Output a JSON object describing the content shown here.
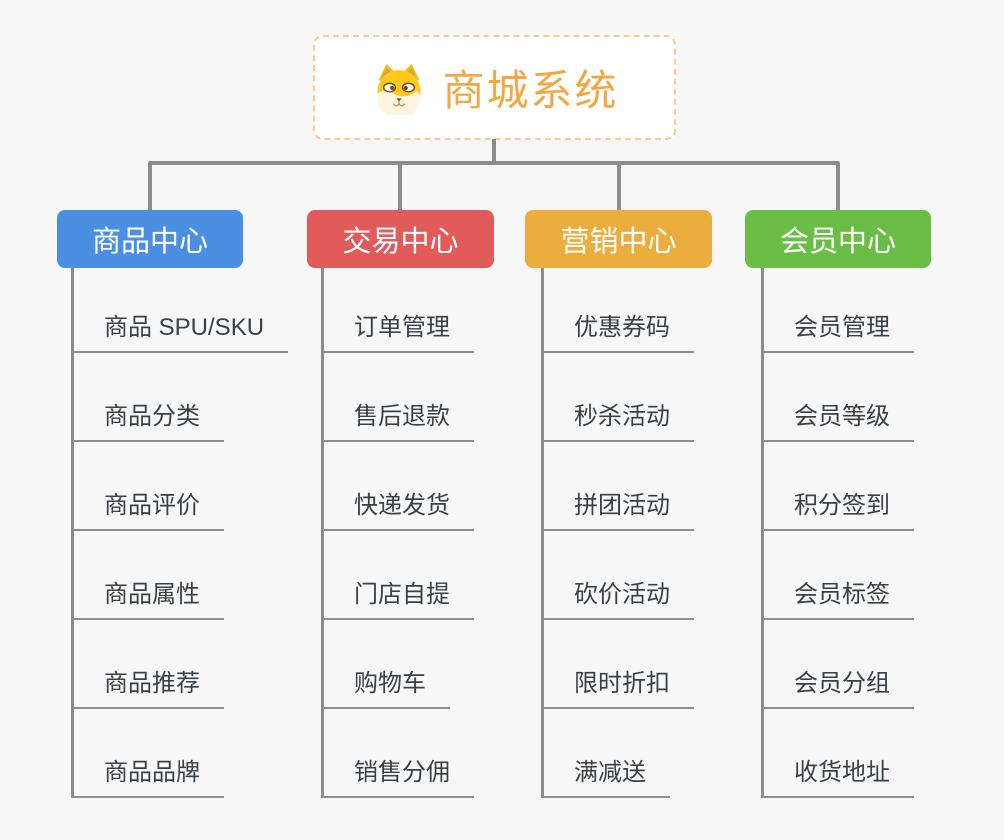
{
  "page": {
    "background_color": "#f7f7f7",
    "connector_color": "#8b8b8b",
    "leaf_text_color": "#3b4045"
  },
  "root": {
    "title": "商城系统",
    "icon": "dog-face-icon",
    "text_color": "#f0a843",
    "border_color": "#f6cd8c",
    "background_color": "#ffffff"
  },
  "branches": [
    {
      "label": "商品中心",
      "color": "#4a8fe2",
      "items": [
        "商品 SPU/SKU",
        "商品分类",
        "商品评价",
        "商品属性",
        "商品推荐",
        "商品品牌"
      ]
    },
    {
      "label": "交易中心",
      "color": "#e25b5b",
      "items": [
        "订单管理",
        "售后退款",
        "快递发货",
        "门店自提",
        "购物车",
        "销售分佣"
      ]
    },
    {
      "label": "营销中心",
      "color": "#ebae3e",
      "items": [
        "优惠券码",
        "秒杀活动",
        "拼团活动",
        "砍价活动",
        "限时折扣",
        "满减送"
      ]
    },
    {
      "label": "会员中心",
      "color": "#6abd45",
      "items": [
        "会员管理",
        "会员等级",
        "积分签到",
        "会员标签",
        "会员分组",
        "收货地址"
      ]
    }
  ]
}
